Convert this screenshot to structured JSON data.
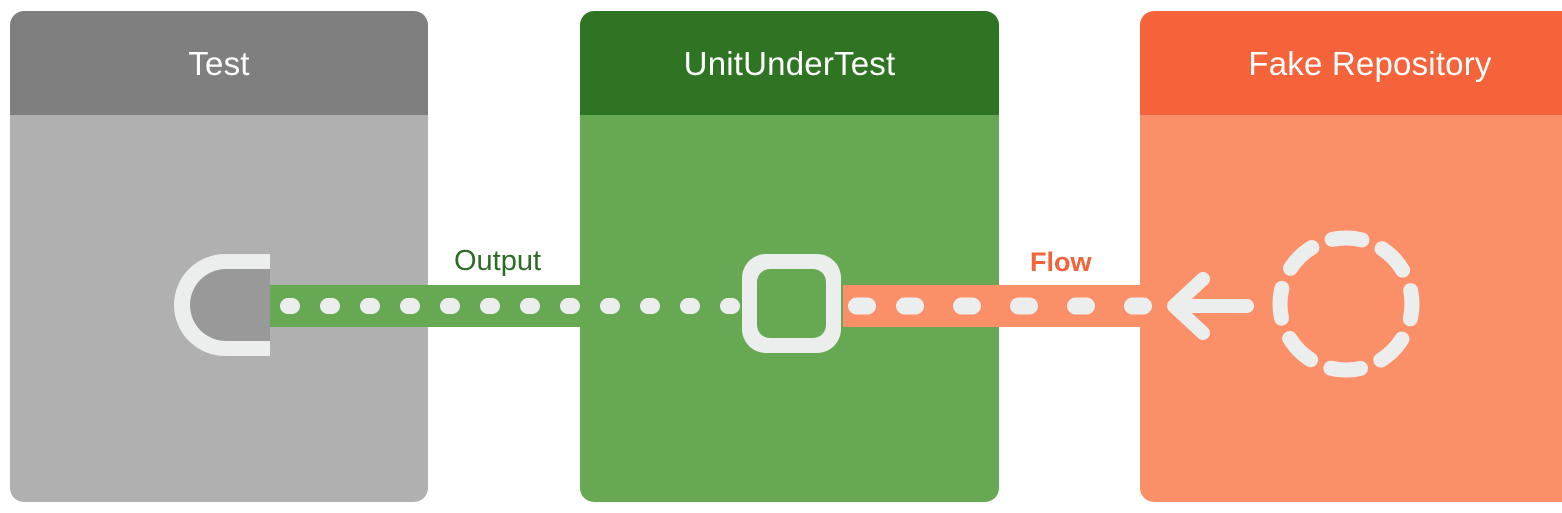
{
  "diagram": {
    "type": "sequence-collaboration",
    "title": "",
    "background": "#ffffff",
    "nodes": [
      {
        "id": "test",
        "title": "Test",
        "header_color": "#7f7f7f",
        "body_color": "#b0b0b0",
        "connector_icon": "d-socket-icon"
      },
      {
        "id": "unit-under-test",
        "title": "UnitUnderTest",
        "header_color": "#2e7423",
        "body_color": "#67a953",
        "connector_icon": "rounded-square-port-icon"
      },
      {
        "id": "fake-repository",
        "title": "Fake Repository",
        "header_color": "#f4633a",
        "body_color": "#fa8f68",
        "connector_icon": "dashed-circle-icon",
        "arrow_icon": "arrow-left-icon"
      }
    ],
    "edges": [
      {
        "id": "output",
        "label": "Output",
        "label_color": "#2e6b27",
        "band_color": "#67a953",
        "style": "dotted",
        "dash_count": 12,
        "from": "unit-under-test",
        "to": "test"
      },
      {
        "id": "flow",
        "label": "Flow",
        "label_color": "#f4633a",
        "band_color": "#fa8f68",
        "style": "dashed",
        "dash_count": 6,
        "from": "fake-repository",
        "to": "unit-under-test"
      }
    ]
  }
}
